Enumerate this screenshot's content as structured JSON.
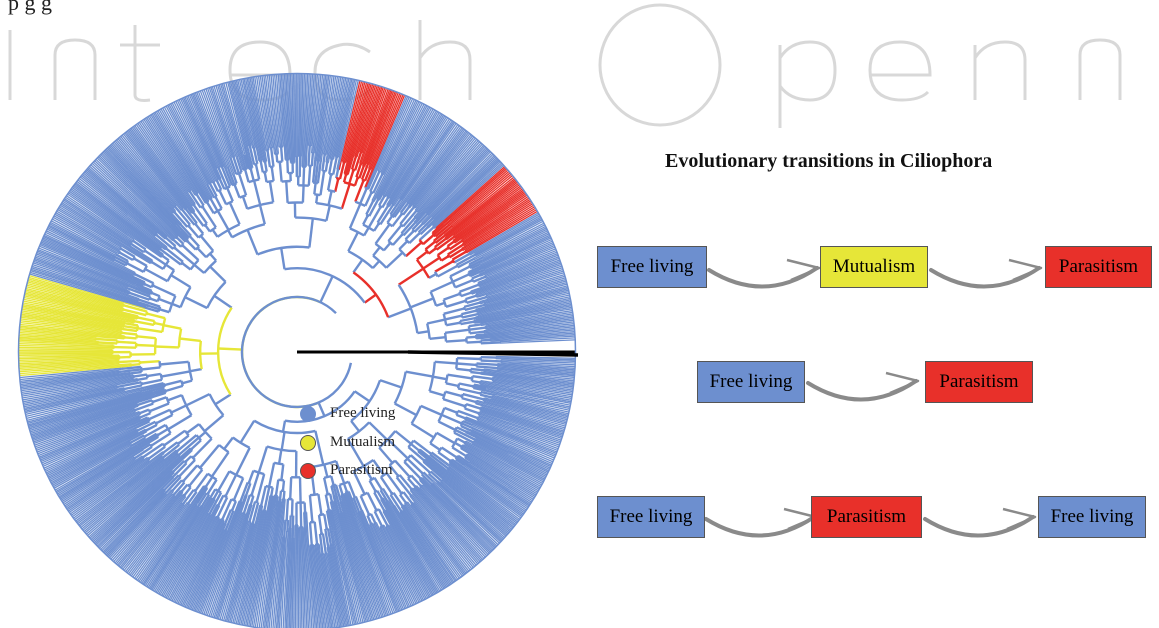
{
  "header_fragment": "p                                             g         g",
  "watermark": "IntechOpen",
  "title": "Evolutionary transitions in Ciliophora",
  "colors": {
    "free_living": "#6d8fcf",
    "mutualism": "#e6e638",
    "parasitism": "#e8302a",
    "arrow": "#888888",
    "outgroup": "#000000"
  },
  "legend": [
    {
      "label": "Free living",
      "color": "#6d8fcf"
    },
    {
      "label": "Mutualism",
      "color": "#e6e638"
    },
    {
      "label": "Parasitism",
      "color": "#e8302a"
    }
  ],
  "transitions": [
    {
      "states": [
        "Free living",
        "Mutualism",
        "Parasitism"
      ]
    },
    {
      "states": [
        "Free living",
        "Parasitism"
      ]
    },
    {
      "states": [
        "Free living",
        "Parasitism",
        "Free living"
      ]
    }
  ]
}
